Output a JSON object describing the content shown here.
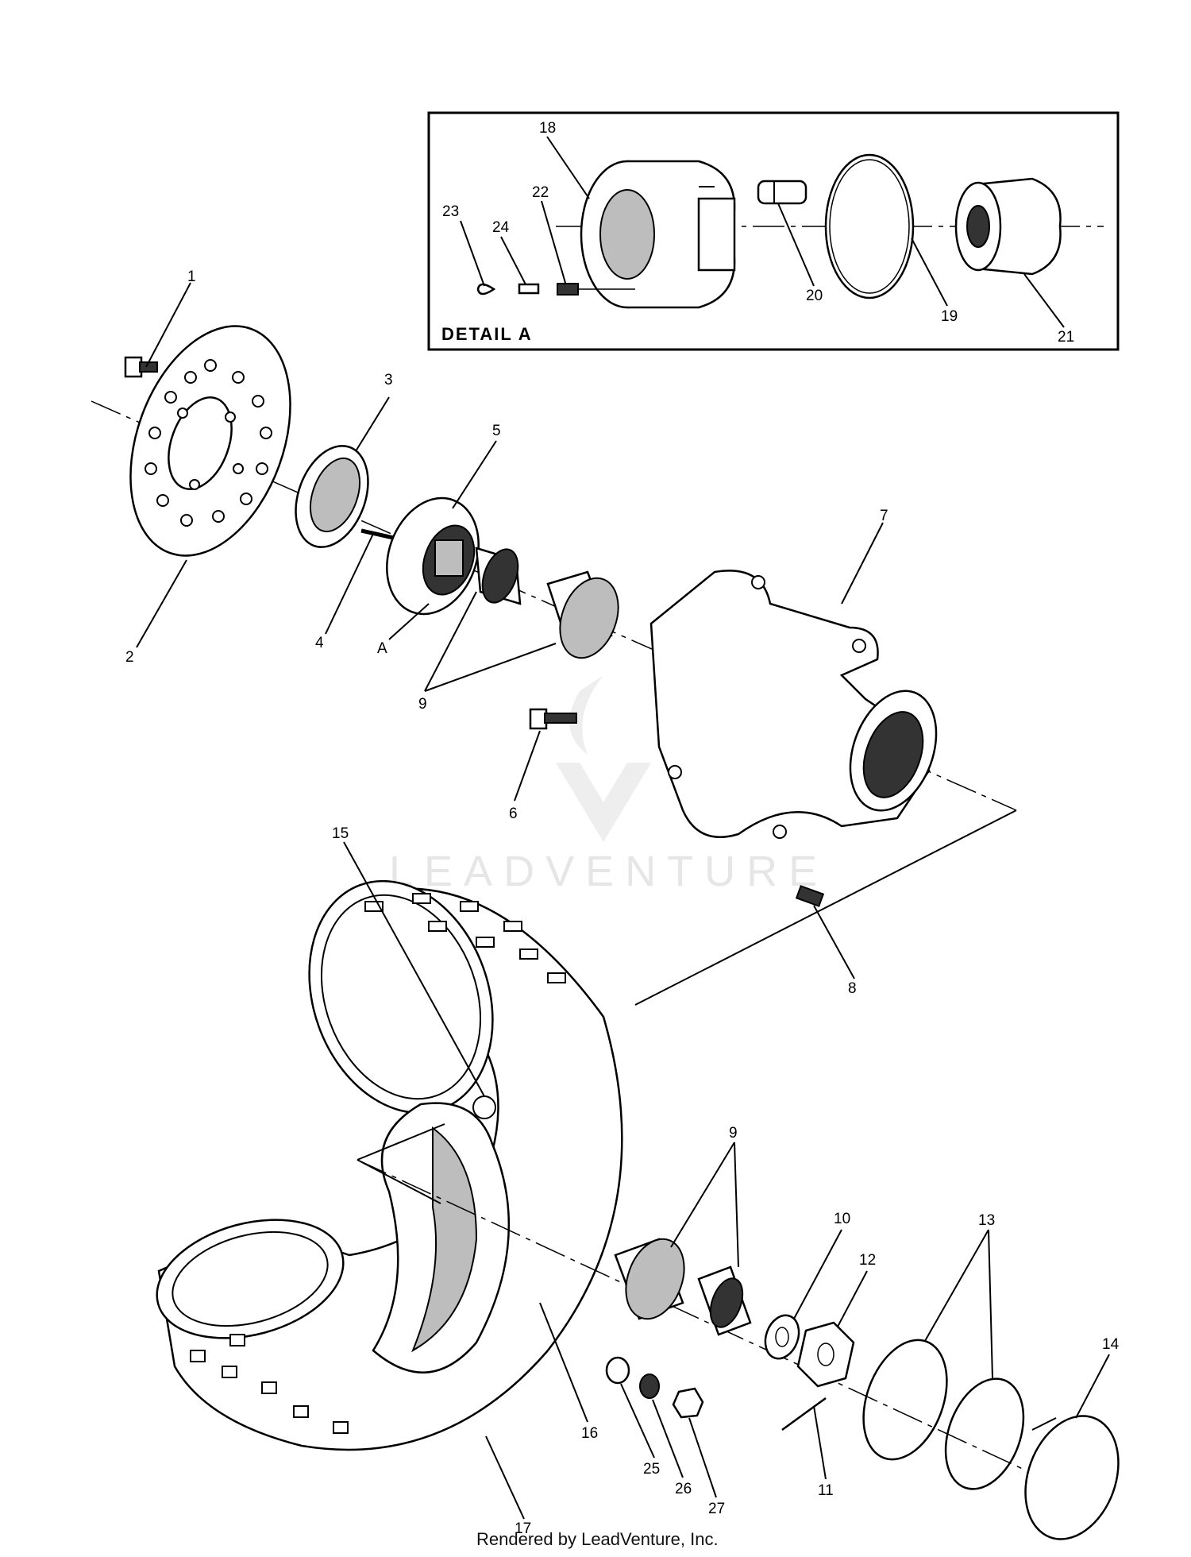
{
  "detail_box": {
    "title": "DETAIL A"
  },
  "callouts": {
    "c1": "1",
    "c2": "2",
    "c3": "3",
    "c4": "4",
    "c5": "5",
    "cA": "A",
    "c6": "6",
    "c7": "7",
    "c8": "8",
    "c9a": "9",
    "c9b": "9",
    "c10": "10",
    "c11": "11",
    "c12": "12",
    "c13": "13",
    "c14": "14",
    "c15": "15",
    "c16": "16",
    "c17": "17",
    "c18": "18",
    "c19": "19",
    "c20": "20",
    "c21": "21",
    "c22": "22",
    "c23": "23",
    "c24": "24",
    "c25": "25",
    "c26": "26",
    "c27": "27"
  },
  "watermark": "LEADVENTURE",
  "footer": "Rendered by LeadVenture, Inc."
}
